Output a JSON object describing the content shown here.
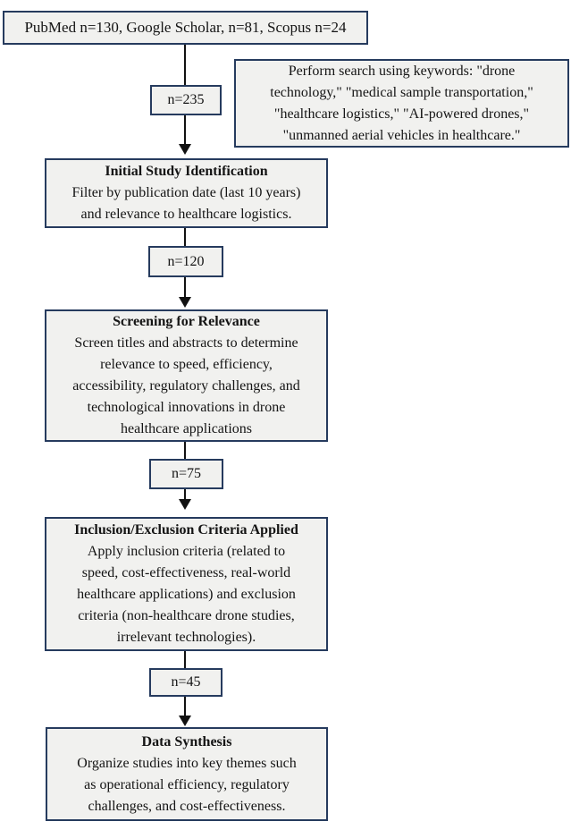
{
  "diagram": {
    "source_box": {
      "text": "PubMed n=130, Google Scholar, n=81, Scopus n=24"
    },
    "keywords_box": {
      "text": "Perform search using keywords: \"drone\ntechnology,\" \"medical sample transportation,\"\n\"healthcare logistics,\" \"AI-powered drones,\"\n\"unmanned aerial vehicles in healthcare.\""
    },
    "counts": {
      "after_search": "n=235",
      "after_identification": "n=120",
      "after_screening": "n=75",
      "after_criteria": "n=45"
    },
    "stages": [
      {
        "title": "Initial Study Identification",
        "body": "Filter by publication date (last 10 years)\nand relevance to healthcare logistics."
      },
      {
        "title": "Screening for Relevance",
        "body": "Screen titles and abstracts to determine\nrelevance to speed, efficiency,\naccessibility, regulatory challenges, and\ntechnological innovations in drone\nhealthcare applications"
      },
      {
        "title": "Inclusion/Exclusion Criteria Applied",
        "body": "Apply inclusion criteria (related to\nspeed, cost-effectiveness, real-world\nhealthcare applications) and exclusion\ncriteria (non-healthcare drone studies,\nirrelevant technologies)."
      },
      {
        "title": "Data Synthesis",
        "body": "Organize studies into key themes such\nas operational efficiency, regulatory\nchallenges, and cost-effectiveness."
      }
    ],
    "colors": {
      "border": "#263b5e",
      "fill": "#f1f1ef",
      "arrow": "#111111"
    }
  }
}
